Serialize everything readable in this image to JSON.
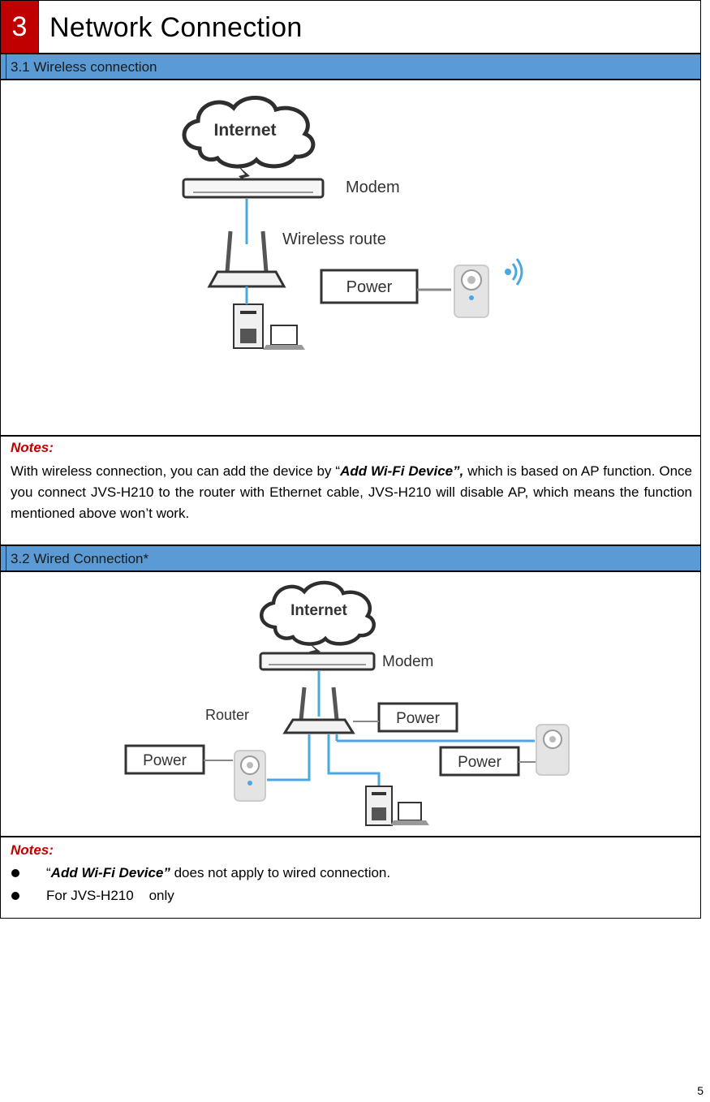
{
  "chapter": {
    "number": "3",
    "title": "Network Connection"
  },
  "section1": {
    "heading": "3.1 Wireless connection",
    "diagram": {
      "internet": "Internet",
      "modem": "Modem",
      "router": "Wireless route",
      "power": "Power"
    },
    "notes_title": "Notes:",
    "notes_pre": "With wireless connection, you can add the device by “",
    "notes_bold": "Add Wi-Fi Device”,",
    "notes_post": " which is based on AP function. Once you connect JVS-H210  to the router with Ethernet cable, JVS-H210 will disable AP, which means the function mentioned above won’t work."
  },
  "section2": {
    "heading": "3.2 Wired Connection*",
    "diagram": {
      "internet": "Internet",
      "modem": "Modem",
      "router": "Router",
      "power_top": "Power",
      "power_left": "Power",
      "power_right": "Power"
    },
    "notes_title": "Notes:",
    "bullets": [
      {
        "quote_open": "“",
        "bold": "Add Wi-Fi Device”",
        "text": " does not apply to wired connection."
      },
      {
        "quote_open": "",
        "bold": "",
        "text": "For JVS-H210    only"
      }
    ]
  },
  "page_number": "5",
  "colors": {
    "accent_red": "#c00000",
    "section_blue": "#5b9bd5",
    "cable_blue": "#4aa8e0"
  },
  "icons": [
    "cloud-icon",
    "modem-icon",
    "router-icon",
    "camera-icon",
    "wifi-signal-icon",
    "pc-tower-icon",
    "laptop-icon",
    "lightning-icon"
  ]
}
